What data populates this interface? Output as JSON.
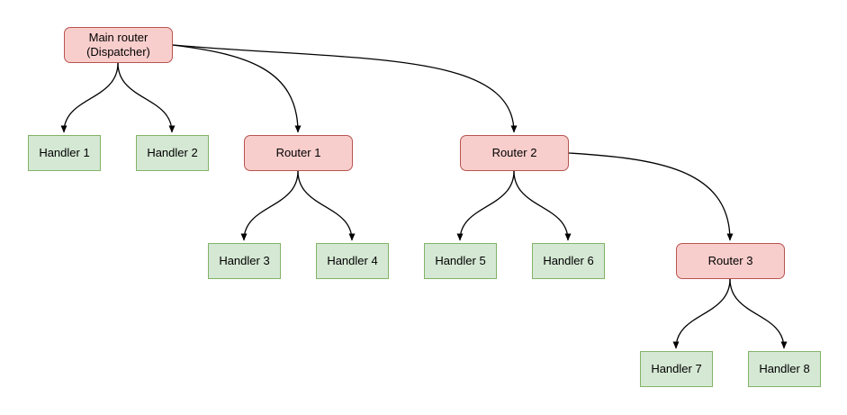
{
  "colors": {
    "background": "#ffffff",
    "router_fill": "#f8cecc",
    "router_border": "#b85450",
    "handler_fill": "#d5e8d4",
    "handler_border": "#82b366",
    "edge": "#000000",
    "text": "#000000"
  },
  "nodes": [
    {
      "id": "main-router",
      "type": "router",
      "label": "Main router\n(Dispatcher)"
    },
    {
      "id": "handler-1",
      "type": "handler",
      "label": "Handler 1"
    },
    {
      "id": "handler-2",
      "type": "handler",
      "label": "Handler 2"
    },
    {
      "id": "router-1",
      "type": "router",
      "label": "Router 1"
    },
    {
      "id": "router-2",
      "type": "router",
      "label": "Router 2"
    },
    {
      "id": "handler-3",
      "type": "handler",
      "label": "Handler 3"
    },
    {
      "id": "handler-4",
      "type": "handler",
      "label": "Handler 4"
    },
    {
      "id": "handler-5",
      "type": "handler",
      "label": "Handler 5"
    },
    {
      "id": "handler-6",
      "type": "handler",
      "label": "Handler 6"
    },
    {
      "id": "router-3",
      "type": "router",
      "label": "Router 3"
    },
    {
      "id": "handler-7",
      "type": "handler",
      "label": "Handler 7"
    },
    {
      "id": "handler-8",
      "type": "handler",
      "label": "Handler 8"
    }
  ],
  "edges": [
    {
      "from": "main-router",
      "to": "handler-1"
    },
    {
      "from": "main-router",
      "to": "handler-2"
    },
    {
      "from": "main-router",
      "to": "router-1"
    },
    {
      "from": "main-router",
      "to": "router-2"
    },
    {
      "from": "router-1",
      "to": "handler-3"
    },
    {
      "from": "router-1",
      "to": "handler-4"
    },
    {
      "from": "router-2",
      "to": "handler-5"
    },
    {
      "from": "router-2",
      "to": "handler-6"
    },
    {
      "from": "router-2",
      "to": "router-3"
    },
    {
      "from": "router-3",
      "to": "handler-7"
    },
    {
      "from": "router-3",
      "to": "handler-8"
    }
  ]
}
